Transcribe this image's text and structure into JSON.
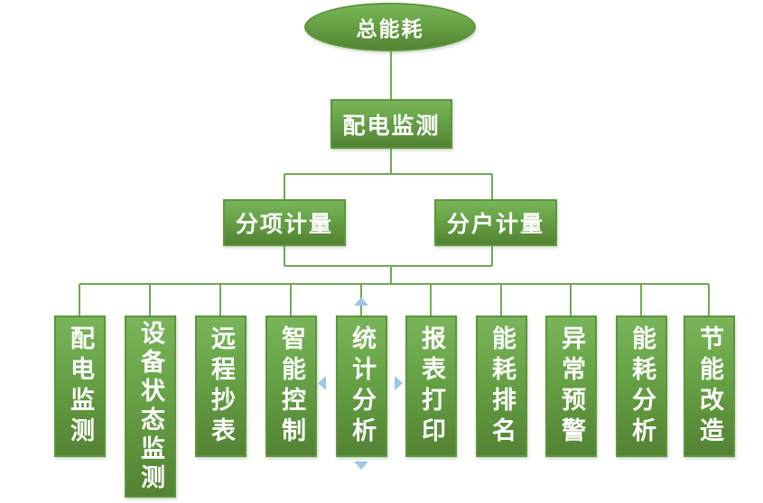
{
  "diagram": {
    "root": {
      "label": "总能耗"
    },
    "level2": {
      "label": "配电监测"
    },
    "branches": [
      {
        "label": "分项计量"
      },
      {
        "label": "分户计量"
      }
    ],
    "leaves": [
      {
        "label": "配电监测"
      },
      {
        "label": "设备状态监测"
      },
      {
        "label": "远程抄表"
      },
      {
        "label": "智能控制"
      },
      {
        "label": "统计分析"
      },
      {
        "label": "报表打印"
      },
      {
        "label": "能耗排名"
      },
      {
        "label": "异常预警"
      },
      {
        "label": "能耗分析"
      },
      {
        "label": "节能改造"
      }
    ],
    "selection_handles": [
      {
        "icon": "up-arrow"
      },
      {
        "icon": "down-arrow"
      },
      {
        "icon": "left-arrow"
      },
      {
        "icon": "right-arrow"
      }
    ],
    "colors": {
      "node_fill_top": "#7ab45b",
      "node_fill_bottom": "#538233",
      "node_border": "#5e9639",
      "node_text": "#ffffff",
      "connector": "#6faa52",
      "handle_blue": "#9cc6ea",
      "background": "#ffffff"
    }
  }
}
